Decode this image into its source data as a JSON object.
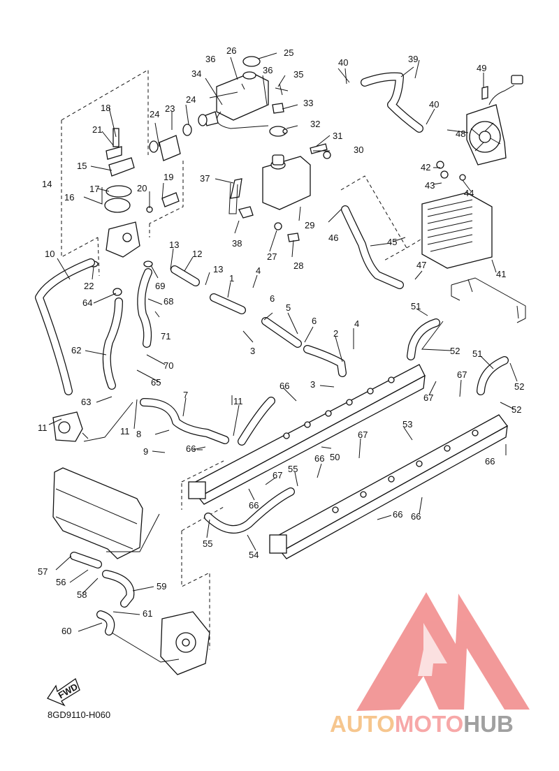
{
  "diagram": {
    "code": "8GD9110-H060",
    "fwd_label": "FWD",
    "callouts": [
      "1",
      "2",
      "3",
      "3",
      "4",
      "4",
      "5",
      "6",
      "6",
      "7",
      "8",
      "9",
      "10",
      "11",
      "11",
      "11",
      "12",
      "13",
      "13",
      "14",
      "15",
      "16",
      "17",
      "18",
      "19",
      "20",
      "21",
      "22",
      "23",
      "24",
      "24",
      "25",
      "26",
      "27",
      "28",
      "29",
      "30",
      "31",
      "32",
      "33",
      "34",
      "35",
      "36",
      "36",
      "37",
      "38",
      "39",
      "40",
      "40",
      "41",
      "42",
      "43",
      "44",
      "45",
      "46",
      "47",
      "48",
      "49",
      "50",
      "51",
      "51",
      "52",
      "52",
      "52",
      "53",
      "54",
      "55",
      "55",
      "56",
      "57",
      "58",
      "59",
      "60",
      "61",
      "62",
      "63",
      "64",
      "65",
      "66",
      "66",
      "66",
      "66",
      "66",
      "66",
      "66",
      "67",
      "67",
      "67",
      "67",
      "68",
      "69",
      "70",
      "71"
    ]
  },
  "watermark": {
    "brand_part1": "AUTO",
    "brand_part2": "MOTO",
    "brand_part3": "HUB",
    "logo_color": "#f08080",
    "auto_color": "#f6c68e",
    "moto_color": "#f7a8a8",
    "hub_color": "#a0a0a0"
  }
}
